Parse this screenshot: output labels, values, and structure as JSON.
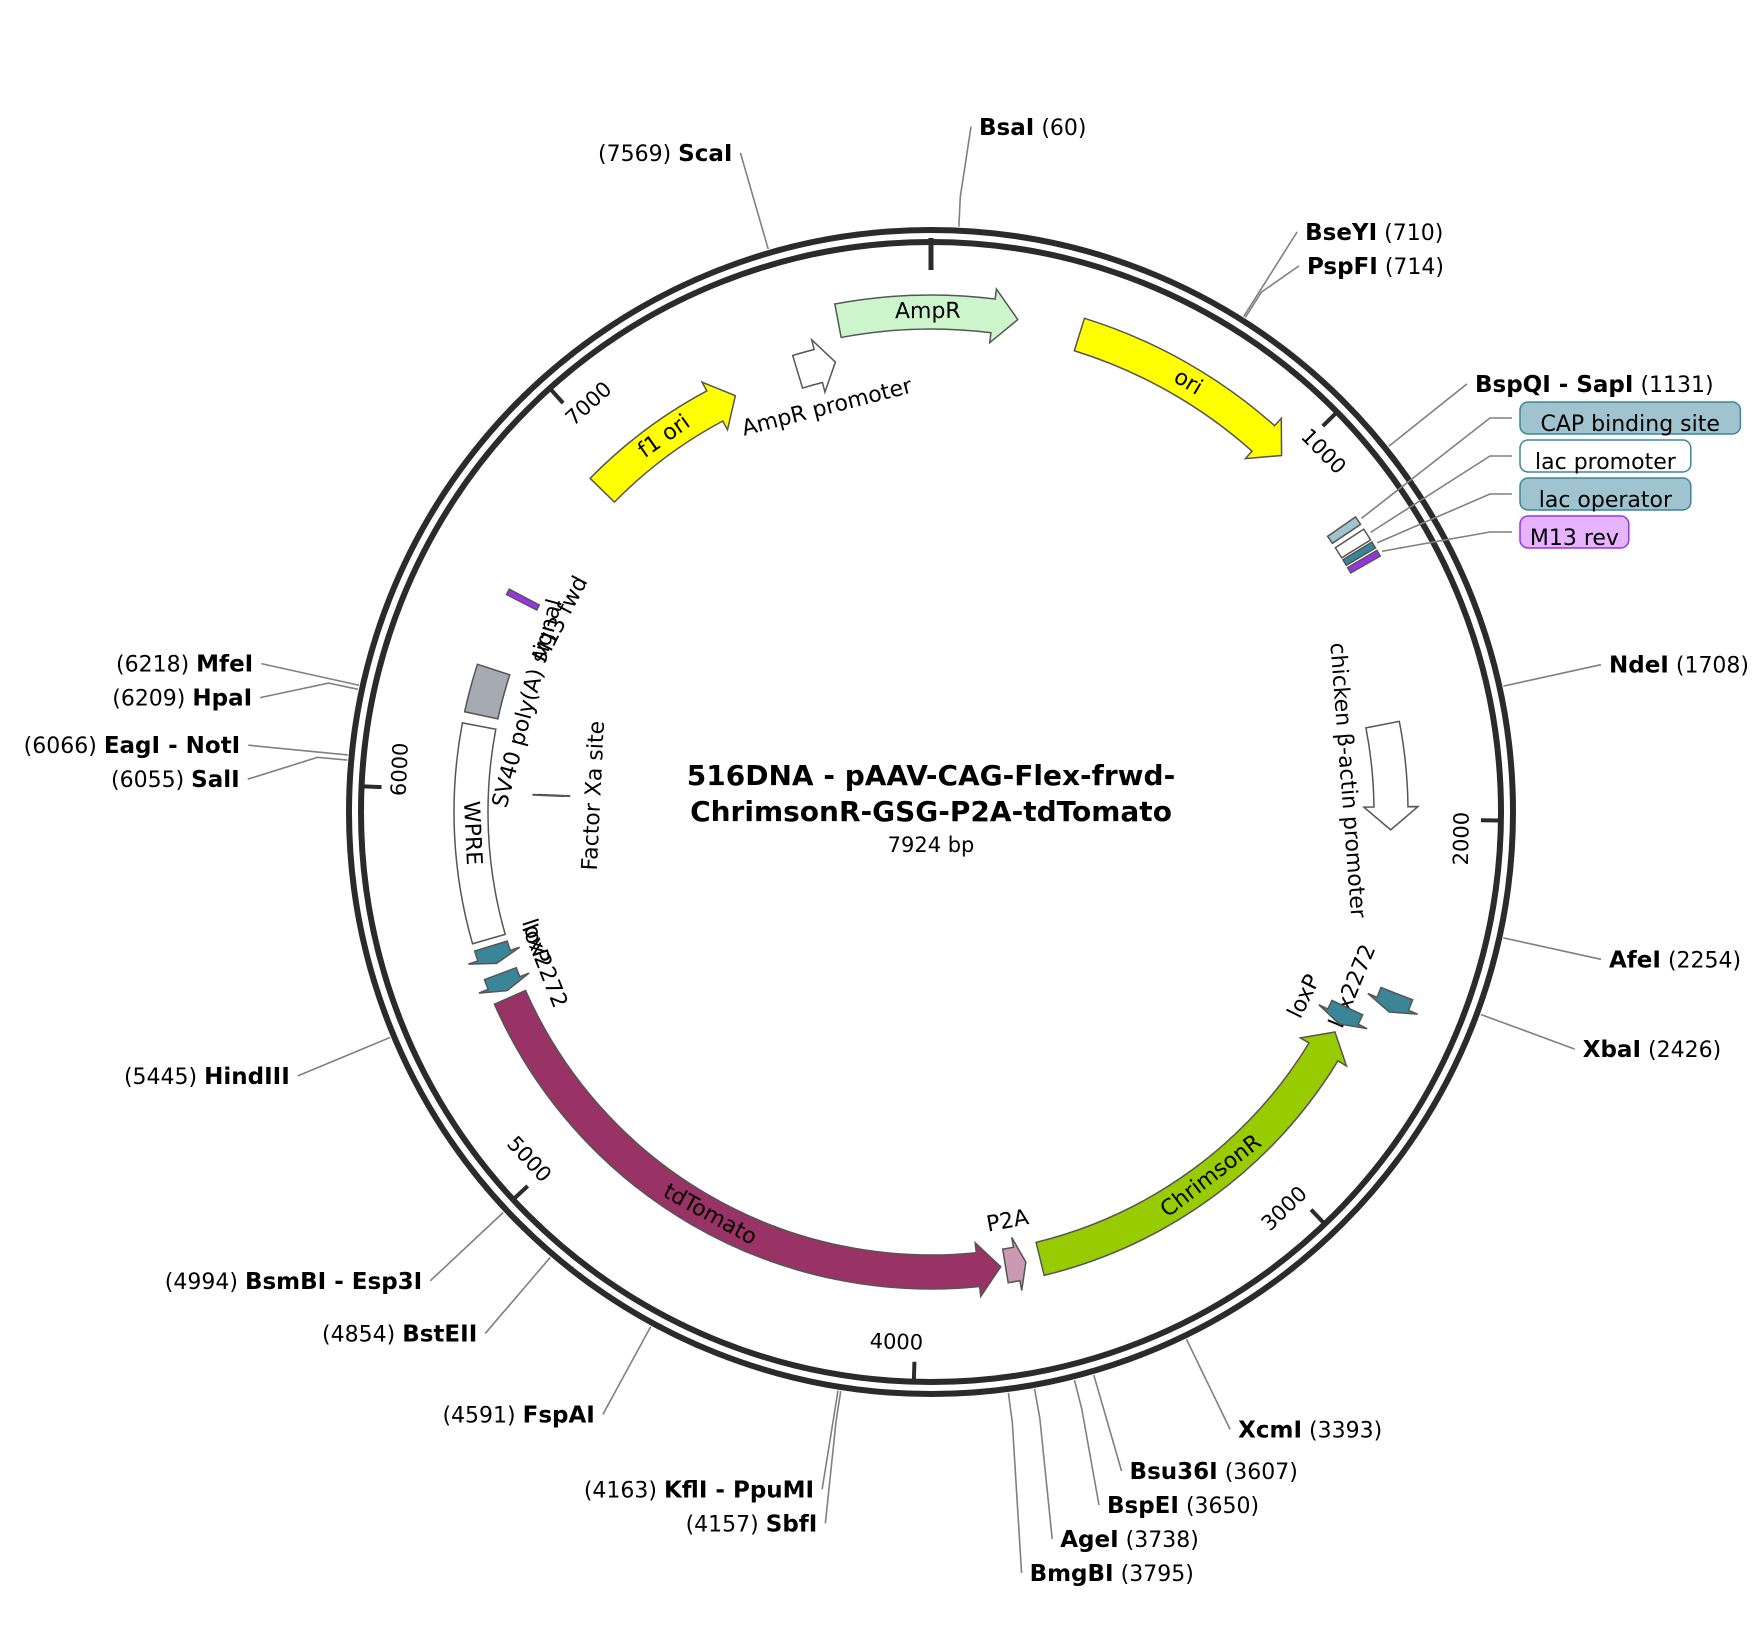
{
  "title_line1": "516DNA - pAAV-CAG-Flex-frwd-",
  "title_line2": "ChrimsonR-GSG-P2A-tdTomato",
  "size_label": "7924 bp",
  "chart_data": {
    "type": "plasmid_map",
    "length_bp": 7924,
    "ticks": [
      {
        "bp": 1000,
        "label": "1000"
      },
      {
        "bp": 2000,
        "label": "2000"
      },
      {
        "bp": 3000,
        "label": "3000"
      },
      {
        "bp": 4000,
        "label": "4000"
      },
      {
        "bp": 5000,
        "label": "5000"
      },
      {
        "bp": 6000,
        "label": "6000"
      },
      {
        "bp": 7000,
        "label": "7000"
      }
    ],
    "sites": [
      {
        "name": "BsaI",
        "pos": "(60)",
        "bp": 60
      },
      {
        "name": "BseYI",
        "pos": "(710)",
        "bp": 710
      },
      {
        "name": "PspFI",
        "pos": "(714)",
        "bp": 714
      },
      {
        "name": "BspQI - SapI",
        "pos": "(1131)",
        "bp": 1131
      },
      {
        "name": "NdeI",
        "pos": "(1708)",
        "bp": 1708
      },
      {
        "name": "AfeI",
        "pos": "(2254)",
        "bp": 2254
      },
      {
        "name": "XbaI",
        "pos": "(2426)",
        "bp": 2426
      },
      {
        "name": "XcmI",
        "pos": "(3393)",
        "bp": 3393
      },
      {
        "name": "Bsu36I",
        "pos": "(3607)",
        "bp": 3607
      },
      {
        "name": "BspEI",
        "pos": "(3650)",
        "bp": 3650
      },
      {
        "name": "AgeI",
        "pos": "(3738)",
        "bp": 3738
      },
      {
        "name": "BmgBI",
        "pos": "(3795)",
        "bp": 3795
      },
      {
        "name": "SbfI",
        "pos": "(4157)",
        "bp": 4157
      },
      {
        "name": "KflI - PpuMI",
        "pos": "(4163)",
        "bp": 4163
      },
      {
        "name": "FspAI",
        "pos": "(4591)",
        "bp": 4591
      },
      {
        "name": "BstEII",
        "pos": "(4854)",
        "bp": 4854
      },
      {
        "name": "BsmBI - Esp3I",
        "pos": "(4994)",
        "bp": 4994
      },
      {
        "name": "HindIII",
        "pos": "(5445)",
        "bp": 5445
      },
      {
        "name": "SalI",
        "pos": "(6055)",
        "bp": 6055
      },
      {
        "name": "EagI - NotI",
        "pos": "(6066)",
        "bp": 6066
      },
      {
        "name": "HpaI",
        "pos": "(6209)",
        "bp": 6209
      },
      {
        "name": "MfeI",
        "pos": "(6218)",
        "bp": 6218
      },
      {
        "name": "ScaI",
        "pos": "(7569)",
        "bp": 7569
      }
    ],
    "features": [
      {
        "name": "AmpR",
        "start": 7688,
        "end": 220,
        "color": "#ccf5cc",
        "direction": 1,
        "lane": 1
      },
      {
        "name": "AmpR promoter",
        "start": 7553,
        "end": 7660,
        "color": "#ffffff",
        "direction": 1,
        "lane": 2
      },
      {
        "name": "ori",
        "start": 380,
        "end": 980,
        "color": "#ffff00",
        "direction": 1,
        "lane": 1
      },
      {
        "name": "f1 ori",
        "start": 6920,
        "end": 7370,
        "color": "#ffff00",
        "direction": 1,
        "lane": 2
      },
      {
        "name": "CAP binding site",
        "start": 1215,
        "end": 1237,
        "color": "#a0c4cf",
        "direction": 0,
        "lane": 1
      },
      {
        "name": "lac promoter",
        "start": 1251,
        "end": 1282,
        "color": "#ffffff",
        "direction": 0,
        "lane": 1
      },
      {
        "name": "lac operator",
        "start": 1288,
        "end": 1305,
        "color": "#3a8698",
        "direction": 0,
        "lane": 1
      },
      {
        "name": "M13 rev",
        "start": 1312,
        "end": 1328,
        "color": "#9933e6",
        "direction": 0,
        "lane": 1
      },
      {
        "name": "chicken β-actin promoter",
        "start": 1740,
        "end": 2030,
        "color": "#ffffff",
        "direction": 1,
        "lane": 2
      },
      {
        "name": "lox2272",
        "start": 2450,
        "end": 2500,
        "color": "#3a8698",
        "direction": 1,
        "lane": 1
      },
      {
        "name": "loxP",
        "start": 2535,
        "end": 2585,
        "color": "#3a8698",
        "direction": 1,
        "lane": 2
      },
      {
        "name": "ChrimsonR",
        "start": 2610,
        "end": 3660,
        "color": "#99cc00",
        "direction": -1,
        "lane": 2
      },
      {
        "name": "P2A",
        "start": 3700,
        "end": 3757,
        "color": "#cc99b2",
        "direction": -1,
        "lane": 2
      },
      {
        "name": "tdTomato",
        "start": 3770,
        "end": 5420,
        "color": "#993366",
        "direction": -1,
        "lane": 2
      },
      {
        "name": "lox2272",
        "start": 5440,
        "end": 5490,
        "color": "#3a8698",
        "direction": -1,
        "lane": 2
      },
      {
        "name": "loxP",
        "start": 5520,
        "end": 5570,
        "color": "#3a8698",
        "direction": -1,
        "lane": 2
      },
      {
        "name": "WPRE",
        "start": 5590,
        "end": 6180,
        "color": "#ffffff",
        "direction": 0,
        "lane": 2
      },
      {
        "name": "SV40 poly(A) signal",
        "start": 6210,
        "end": 6340,
        "color": "#a6aab2",
        "direction": 0,
        "lane": 2
      },
      {
        "name": "M13 fwd",
        "start": 6540,
        "end": 6556,
        "color": "#9933e6",
        "direction": 0,
        "lane": 2
      },
      {
        "name": "Factor Xa site",
        "start": 5998,
        "end": 6010,
        "color": "#ffffff",
        "direction": 0,
        "lane": 4
      }
    ]
  }
}
